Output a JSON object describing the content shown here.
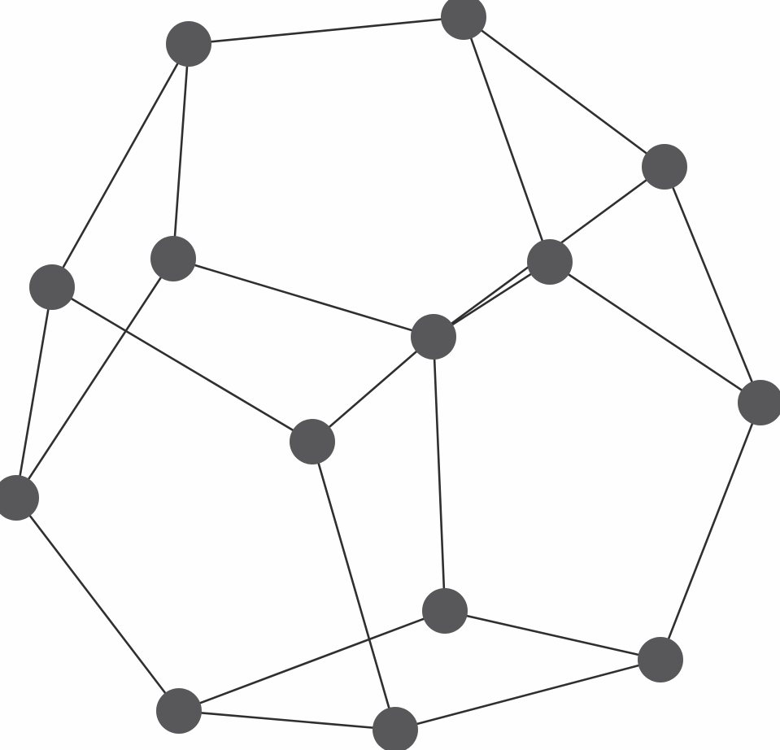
{
  "graph": {
    "node_color": "#58585a",
    "edge_color": "#2f2f2f",
    "background": "#fdfefd",
    "nodes": [
      {
        "id": "n1"
      },
      {
        "id": "n2"
      },
      {
        "id": "n3"
      },
      {
        "id": "n4"
      },
      {
        "id": "n5"
      },
      {
        "id": "n6"
      },
      {
        "id": "n7"
      },
      {
        "id": "n8"
      },
      {
        "id": "n9"
      },
      {
        "id": "n10"
      },
      {
        "id": "n11"
      },
      {
        "id": "n12"
      },
      {
        "id": "n13"
      },
      {
        "id": "n14"
      },
      {
        "id": "n15"
      },
      {
        "id": "n16"
      }
    ],
    "edges": [
      [
        "n1",
        "n2"
      ],
      [
        "n1",
        "n5"
      ],
      [
        "n1",
        "n4"
      ],
      [
        "n2",
        "n3"
      ],
      [
        "n2",
        "n6"
      ],
      [
        "n3",
        "n6"
      ],
      [
        "n3",
        "n9"
      ],
      [
        "n4",
        "n7"
      ],
      [
        "n4",
        "n10"
      ],
      [
        "n5",
        "n7"
      ],
      [
        "n5",
        "n8"
      ],
      [
        "n6",
        "n7"
      ],
      [
        "n6",
        "n9"
      ],
      [
        "n7",
        "n12"
      ],
      [
        "n8",
        "n10"
      ],
      [
        "n8",
        "n11"
      ],
      [
        "n9",
        "n15"
      ],
      [
        "n10",
        "n13"
      ],
      [
        "n11",
        "n14"
      ],
      [
        "n11",
        "n16"
      ],
      [
        "n12",
        "n14"
      ],
      [
        "n12",
        "n15"
      ],
      [
        "n13",
        "n14"
      ],
      [
        "n13",
        "n16"
      ],
      [
        "n15",
        "n16"
      ]
    ]
  }
}
